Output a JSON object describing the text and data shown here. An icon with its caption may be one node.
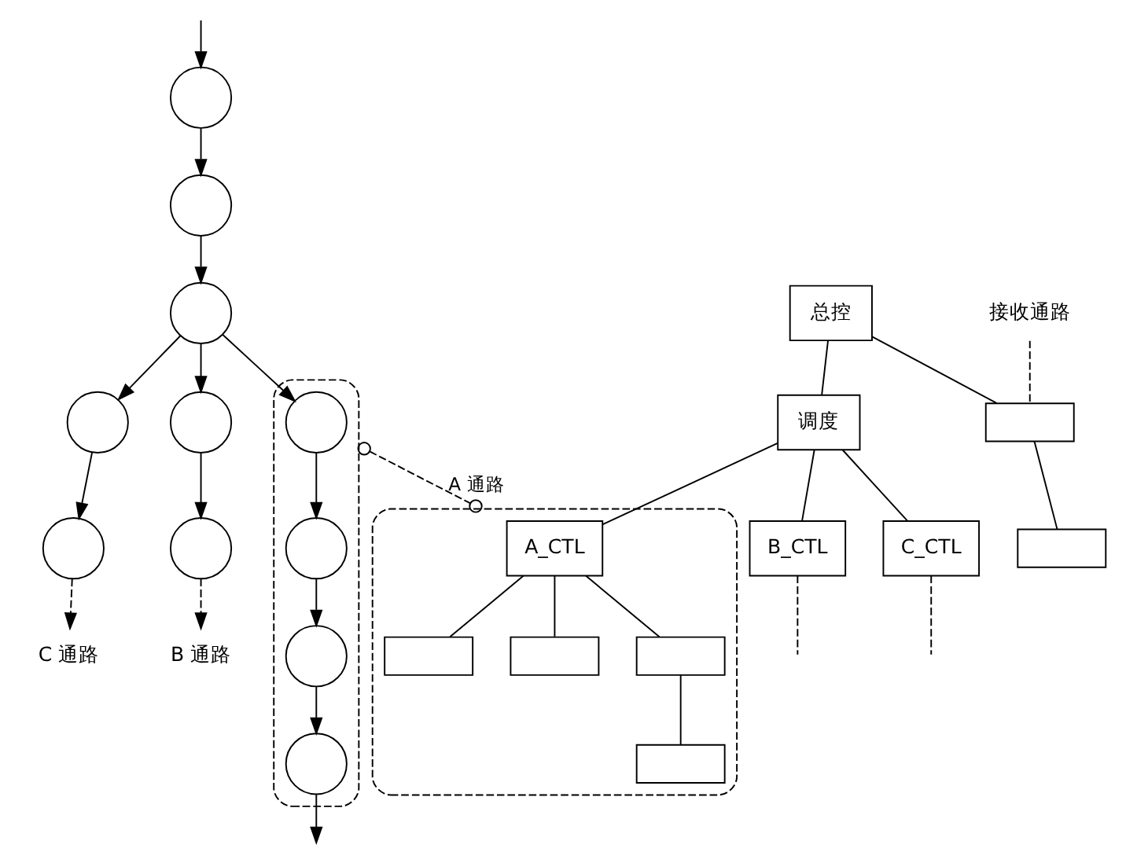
{
  "diagram": {
    "nodes": [
      {
        "text": [],
        "shape": "circle"
      },
      {
        "text": [],
        "shape": "circle"
      },
      {
        "text": [],
        "shape": "circle"
      },
      {
        "text": [],
        "shape": "circle"
      },
      {
        "text": [],
        "shape": "circle"
      },
      {
        "text": [],
        "shape": "box"
      },
      {
        "text": [],
        "shape": "circle",
        "in": 5
      },
      {
        "text": [],
        "shape": "circle"
      },
      {
        "text": [],
        "shape": "circle"
      },
      {
        "text": [],
        "shape": "circle",
        "in": 5
      },
      {
        "text": [],
        "shape": "circle",
        "in": 5
      },
      {
        "text": [],
        "shape": "circle",
        "in": 5
      },
      {
        "text": [
          "C 通路"
        ]
      },
      {
        "text": [
          "B 通路"
        ]
      },
      {
        "text": [
          "接收通路"
        ]
      },
      {
        "text": [
          "总控"
        ]
      },
      {
        "text": [],
        "shape": "box"
      },
      {
        "text": [
          "调度"
        ]
      },
      {
        "text": [],
        "shape": "box"
      },
      {
        "text": [],
        "shape": "box"
      },
      {
        "text": [
          "A_CTL"
        ],
        "in": 19
      },
      {
        "text": [
          "B_CTL"
        ]
      },
      {
        "text": [
          "C_CTL"
        ]
      },
      {
        "text": [],
        "shape": "box",
        "in": 19
      },
      {
        "text": [],
        "shape": "box",
        "in": 19
      },
      {
        "text": [],
        "shape": "box",
        "in": 19
      },
      {
        "text": [],
        "shape": "box",
        "in": 19
      }
    ],
    "edges": [
      {
        "from": null,
        "to": 0,
        "arrow": "to"
      },
      {
        "from": 0,
        "to": 1,
        "arrow": "to"
      },
      {
        "from": 1,
        "to": 2,
        "arrow": "to"
      },
      {
        "from": 2,
        "to": 3,
        "arrow": "to"
      },
      {
        "from": 2,
        "to": 4,
        "arrow": "to"
      },
      {
        "from": 2,
        "to": 6,
        "arrow": "to"
      },
      {
        "from": 3,
        "to": 7,
        "arrow": "to"
      },
      {
        "from": 4,
        "to": 8,
        "arrow": "to"
      },
      {
        "from": 6,
        "to": 9,
        "arrow": "to"
      },
      {
        "from": 9,
        "to": 10,
        "arrow": "to"
      },
      {
        "from": 10,
        "to": 11,
        "arrow": "to"
      },
      {
        "from": 11,
        "to": null,
        "arrow": "to"
      },
      {
        "from": 7,
        "to": 12,
        "arrow": "to",
        "style": "dashed"
      },
      {
        "from": 8,
        "to": 13,
        "arrow": "to",
        "style": "dashed"
      },
      {
        "from": 14,
        "to": 16,
        "arrow": "none",
        "style": "dashed"
      },
      {
        "from": 15,
        "to": 16,
        "arrow": "none"
      },
      {
        "from": 15,
        "to": 17,
        "arrow": "none"
      },
      {
        "from": 16,
        "to": 18,
        "arrow": "none"
      },
      {
        "from": 17,
        "to": 20,
        "arrow": "none"
      },
      {
        "from": 17,
        "to": 21,
        "arrow": "none"
      },
      {
        "from": 17,
        "to": 22,
        "arrow": "none"
      },
      {
        "from": 20,
        "to": 23,
        "arrow": "none"
      },
      {
        "from": 20,
        "to": 24,
        "arrow": "none"
      },
      {
        "from": 20,
        "to": 25,
        "arrow": "none"
      },
      {
        "from": 25,
        "to": 26,
        "arrow": "none"
      },
      {
        "from": 21,
        "to": null,
        "arrow": "none",
        "style": "dashed"
      },
      {
        "from": 22,
        "to": null,
        "arrow": "none",
        "style": "dashed"
      },
      {
        "from": 5,
        "to": 19,
        "arrow": "other",
        "style": "dashed",
        "label": "A 通路"
      }
    ]
  }
}
